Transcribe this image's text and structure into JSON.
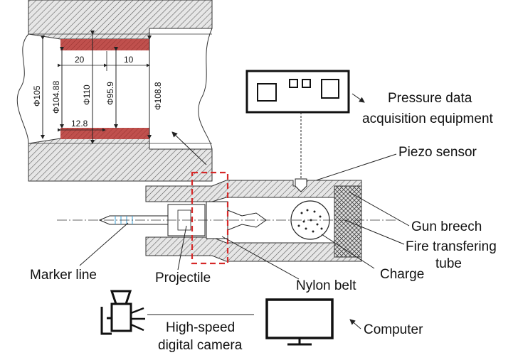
{
  "labels": {
    "pressure_line1": "Pressure data",
    "pressure_line2": "acquisition equipment",
    "piezo": "Piezo sensor",
    "gun_breech": "Gun breech",
    "fire_line1": "Fire transfering",
    "fire_line2": "tube",
    "charge": "Charge",
    "marker_line": "Marker line",
    "projectile": "Projectile",
    "nylon_belt": "Nylon belt",
    "camera_line1": "High-speed",
    "camera_line2": "digital camera",
    "computer": "Computer"
  },
  "dimensions": {
    "d105": "Φ105",
    "d104_88": "Φ104.88",
    "d110": "Φ110",
    "d95_9": "Φ95.9",
    "d108_8": "Φ108.8",
    "len20": "20",
    "len10": "10",
    "len12_8": "12.8"
  },
  "colors": {
    "band": "#c0504d",
    "dash_box": "#d62828",
    "hatch": "#444444"
  }
}
